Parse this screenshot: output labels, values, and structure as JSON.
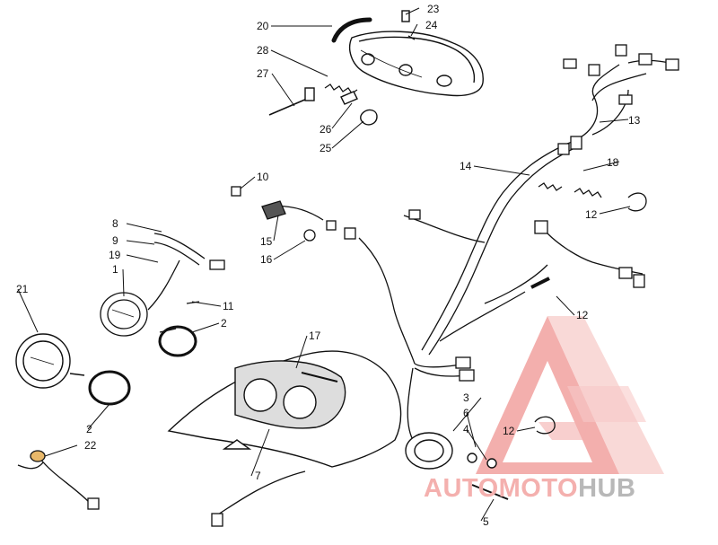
{
  "callouts": [
    {
      "id": "c20",
      "label": "20"
    },
    {
      "id": "c23",
      "label": "23"
    },
    {
      "id": "c24",
      "label": "24"
    },
    {
      "id": "c28",
      "label": "28"
    },
    {
      "id": "c27",
      "label": "27"
    },
    {
      "id": "c26",
      "label": "26"
    },
    {
      "id": "c25",
      "label": "25"
    },
    {
      "id": "c13",
      "label": "13"
    },
    {
      "id": "c14",
      "label": "14"
    },
    {
      "id": "c18",
      "label": "18"
    },
    {
      "id": "c12a",
      "label": "12"
    },
    {
      "id": "c10",
      "label": "10"
    },
    {
      "id": "c15",
      "label": "15"
    },
    {
      "id": "c16",
      "label": "16"
    },
    {
      "id": "c8",
      "label": "8"
    },
    {
      "id": "c9",
      "label": "9"
    },
    {
      "id": "c19",
      "label": "19"
    },
    {
      "id": "c1",
      "label": "1"
    },
    {
      "id": "c11",
      "label": "11"
    },
    {
      "id": "c21",
      "label": "21"
    },
    {
      "id": "c2a",
      "label": "2"
    },
    {
      "id": "c17",
      "label": "17"
    },
    {
      "id": "c12b",
      "label": "12"
    },
    {
      "id": "c3",
      "label": "3"
    },
    {
      "id": "c6",
      "label": "6"
    },
    {
      "id": "c4",
      "label": "4"
    },
    {
      "id": "c12c",
      "label": "12"
    },
    {
      "id": "c2b",
      "label": "2"
    },
    {
      "id": "c22",
      "label": "22"
    },
    {
      "id": "c7",
      "label": "7"
    },
    {
      "id": "c5",
      "label": "5"
    }
  ],
  "watermark": {
    "part1": "AUTO",
    "part2": "MOTO",
    "part3": "HUB",
    "color_light": "#f4b0ae",
    "color_dark": "#b8b8b8"
  }
}
